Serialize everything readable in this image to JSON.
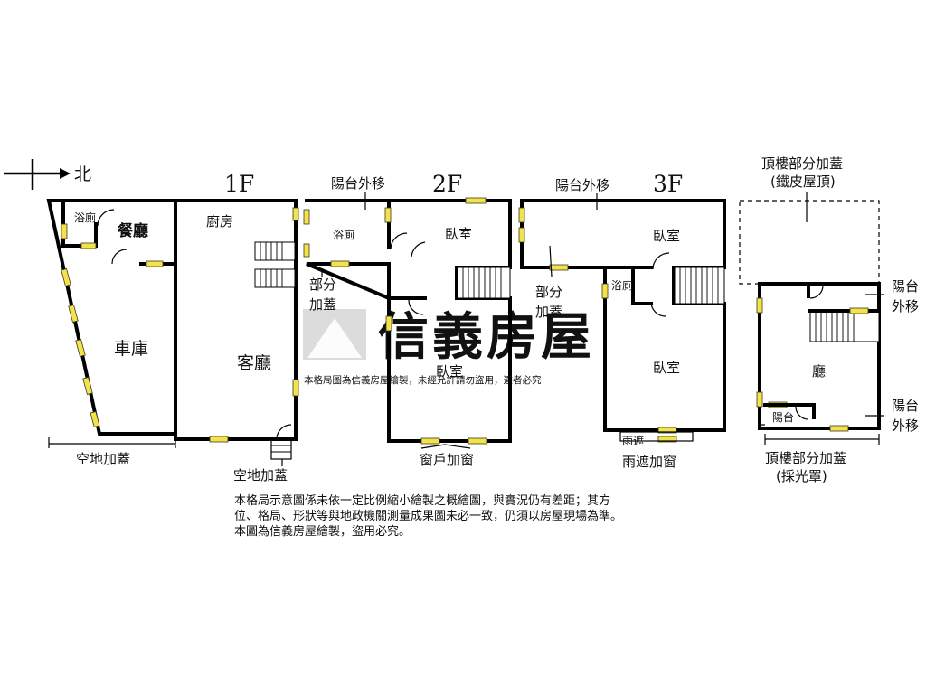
{
  "compass": {
    "direction": "北"
  },
  "floors": {
    "f1": "1F",
    "f2": "2F",
    "f3": "3F"
  },
  "watermark": {
    "brand": "信義房屋",
    "notice": "本格局圖為信義房屋繪製，未經允許請勿盜用，違者必究"
  },
  "rooms_1f": {
    "bath": "浴廁",
    "dining": "餐廳",
    "kitchen": "廚房",
    "garage": "車庫",
    "living": "客廳",
    "yard_ext_left": "空地加蓋",
    "yard_ext_bottom": "空地加蓋"
  },
  "rooms_2f": {
    "balcony_moved": "陽台外移",
    "bath": "浴廁",
    "bedroom_top": "臥室",
    "partial_ext": "部分加蓋",
    "bedroom_main": "臥室",
    "window_add": "窗戶加窗"
  },
  "rooms_3f": {
    "balcony_moved": "陽台外移",
    "bedroom_top": "臥室",
    "partial_ext": "部分加蓋",
    "bath": "浴廁",
    "bedroom_main": "臥室",
    "awning": "雨遮",
    "awning_window": "雨遮加窗"
  },
  "rooftop": {
    "top_label_1": "頂樓部分加蓋",
    "top_label_2": "(鐵皮屋頂)",
    "balcony_moved_1": "陽台外移",
    "balcony_moved_2": "陽台外移",
    "hall": "廳",
    "balcony": "陽台",
    "bottom_label_1": "頂樓部分加蓋",
    "bottom_label_2": "(採光罩)"
  },
  "disclaimer": [
    "本格局示意圖係未依一定比例縮小繪製之概繪圖，與實況仍有差距；其方",
    "位、格局、形狀等與地政機關測量成果圖未必一致，仍須以房屋現場為準。",
    "本圖為信義房屋繪製，盜用必究。"
  ],
  "colors": {
    "wall": "#000000",
    "window": "#f4e24c",
    "watermark": "#d9d9d9"
  }
}
